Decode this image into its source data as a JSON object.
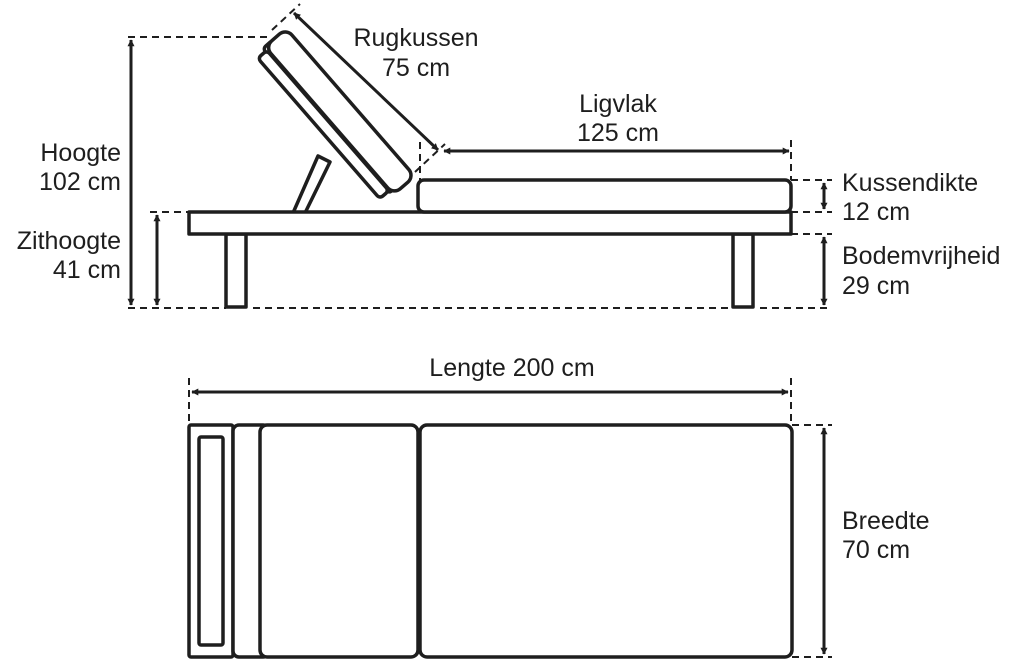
{
  "labels": {
    "rugkussen": {
      "name": "Rugkussen",
      "value": "75 cm"
    },
    "ligvlak": {
      "name": "Ligvlak",
      "value": "125 cm"
    },
    "hoogte": {
      "name": "Hoogte",
      "value": "102 cm"
    },
    "zithoogte": {
      "name": "Zithoogte",
      "value": "41 cm"
    },
    "kussendikte": {
      "name": "Kussendikte",
      "value": "12 cm"
    },
    "bodemvrijheid": {
      "name": "Bodemvrijheid",
      "value": "29 cm"
    },
    "lengte": {
      "text": "Lengte 200 cm"
    },
    "breedte": {
      "name": "Breedte",
      "value": "70 cm"
    }
  },
  "colors": {
    "line": "#1e1e1e",
    "background": "#ffffff"
  }
}
